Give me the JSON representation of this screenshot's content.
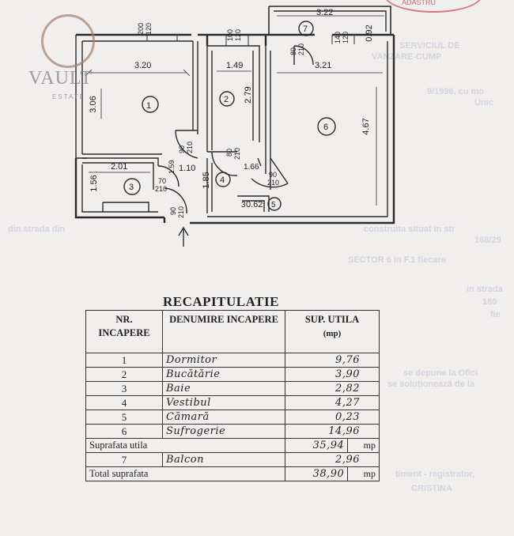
{
  "stamp": {
    "text": "ADASTRU"
  },
  "logo": {
    "name": "VAULT",
    "subtitle": "ESTATE"
  },
  "rooms": [
    {
      "id": "1",
      "width": "3.20",
      "depth": "3.06"
    },
    {
      "id": "2",
      "width": "1.49",
      "depth": "2.79"
    },
    {
      "id": "3",
      "width": "2.01",
      "depth": "1.56"
    },
    {
      "id": "4",
      "width": "1.10",
      "depth": "1.85"
    },
    {
      "id": "5",
      "width": "0.62"
    },
    {
      "id": "6",
      "width": "3.21",
      "depth": "4.67"
    },
    {
      "id": "7",
      "width": "3.22",
      "depth": "0.92"
    }
  ],
  "plan_labels": {
    "win_200": "200",
    "win_120a": "120",
    "win_100": "100",
    "win_120b": "120",
    "win_140": "140",
    "win_120c": "120",
    "door_80_210a": "80",
    "door_80_210a_h": "210",
    "door_90_210a": "90",
    "door_90_210a_h": "210",
    "door_80_210b": "80",
    "door_80_210b_h": "210",
    "door_90_210b": "90",
    "door_90_210b_h": "210",
    "door_70": "70",
    "door_70_h": "210",
    "door_90_210c": "90",
    "door_90_210c_h": "210",
    "dim_159": "1.59",
    "dim_166": "1.66",
    "dim_3": "3"
  },
  "recap": {
    "title": "RECAPITULATIE",
    "headers": {
      "nr": "NR. INCAPERE",
      "denumire": "DENUMIRE INCAPERE",
      "sup": "SUP. UTILA",
      "unit": "(mp)"
    },
    "rows": [
      {
        "nr": "1",
        "name": "Dormitor",
        "area": "9,76"
      },
      {
        "nr": "2",
        "name": "Bucătărie",
        "area": "3,90"
      },
      {
        "nr": "3",
        "name": "Baie",
        "area": "2,82"
      },
      {
        "nr": "4",
        "name": "Vestibul",
        "area": "4,27"
      },
      {
        "nr": "5",
        "name": "Cămară",
        "area": "0,23"
      },
      {
        "nr": "6",
        "name": "Sufrogerie",
        "area": "14,96"
      }
    ],
    "subtotal": {
      "label": "Suprafata utila",
      "value": "35,94",
      "unit": "mp"
    },
    "balcony": {
      "nr": "7",
      "name": "Balcon",
      "area": "2,96"
    },
    "total": {
      "label": "Total suprafata",
      "value": "38,90",
      "unit": "mp"
    }
  },
  "background_text": [
    "SERVICIUL DE",
    "VANZARE-CUMP",
    "9/1996, cu mo",
    "Unic",
    "din strada din",
    "construita situat in str",
    "168/29",
    "SECTOR 6 in F.1 fiecare",
    "in strada",
    "180",
    "fie",
    "se depune la Ofici",
    "se soluționează de la",
    "timent - registrator,",
    "CRISTINA"
  ]
}
